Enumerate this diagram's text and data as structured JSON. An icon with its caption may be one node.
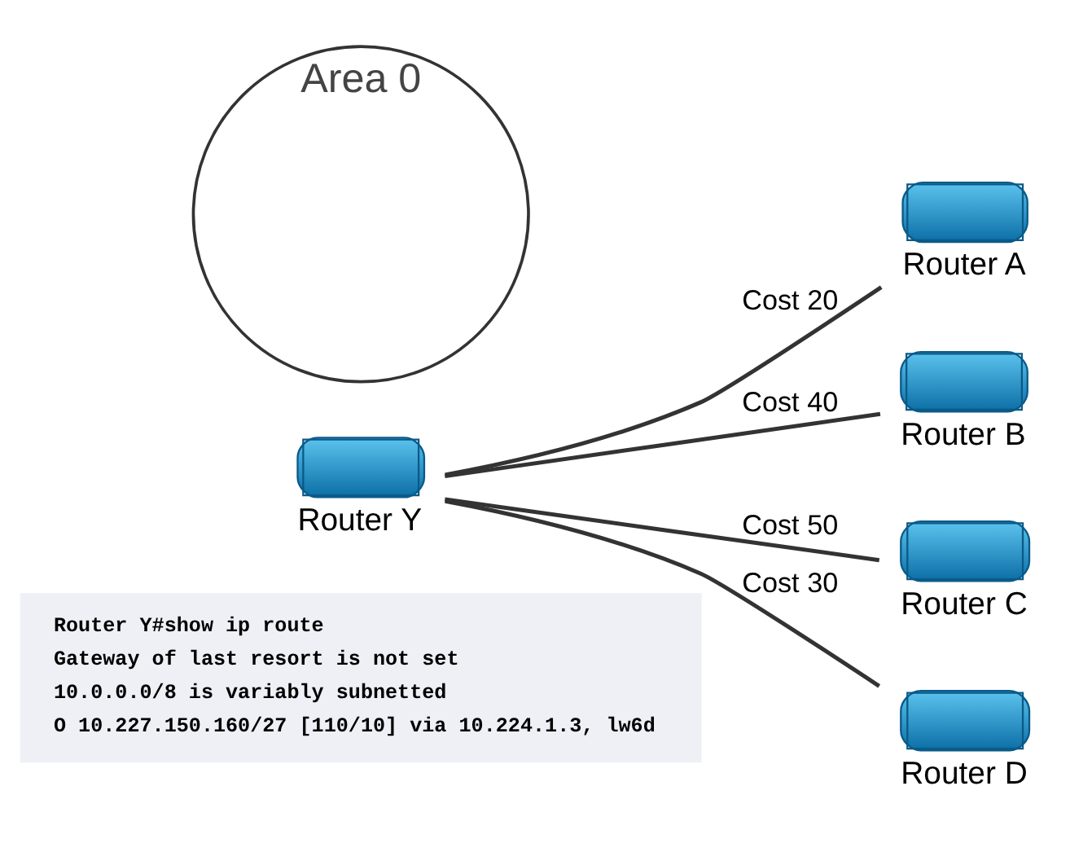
{
  "diagram": {
    "nodes": [
      {
        "text": [
          "Router Y"
        ]
      },
      {
        "text": [
          "Area 0"
        ]
      },
      {
        "text": [
          "Router A"
        ]
      },
      {
        "text": [
          "Router B"
        ]
      },
      {
        "text": [
          "Router C"
        ]
      },
      {
        "text": [
          "Router D"
        ]
      },
      {
        "text": [
          "Router Y#show ip route",
          "Gateway of last resort is not set",
          "10.0.0.0/8 is variably subnetted",
          "O 10.227.150.160/27 [110/10] via 10.224.1.3, lw6d"
        ]
      }
    ],
    "edges": [
      {
        "from": 0,
        "to": 2,
        "arrow": "none",
        "label": "Cost 20"
      },
      {
        "from": 0,
        "to": 3,
        "arrow": "none",
        "label": "Cost 40"
      },
      {
        "from": 0,
        "to": 4,
        "arrow": "none",
        "label": "Cost 50"
      },
      {
        "from": 0,
        "to": 5,
        "arrow": "none",
        "label": "Cost 30"
      }
    ]
  }
}
